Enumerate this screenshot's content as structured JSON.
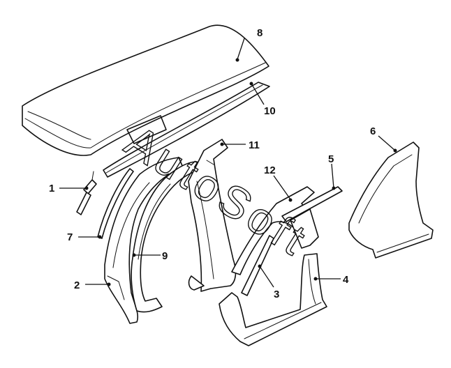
{
  "callouts": [
    {
      "id": "c1",
      "label": "1"
    },
    {
      "id": "c2",
      "label": "2"
    },
    {
      "id": "c3",
      "label": "3"
    },
    {
      "id": "c4",
      "label": "4"
    },
    {
      "id": "c5",
      "label": "5"
    },
    {
      "id": "c6",
      "label": "6"
    },
    {
      "id": "c7",
      "label": "7"
    },
    {
      "id": "c8",
      "label": "8"
    },
    {
      "id": "c9",
      "label": "9"
    },
    {
      "id": "c10",
      "label": "10"
    },
    {
      "id": "c11",
      "label": "11"
    },
    {
      "id": "c12",
      "label": "12"
    }
  ],
  "watermark": {
    "text": "AutoSoft"
  }
}
